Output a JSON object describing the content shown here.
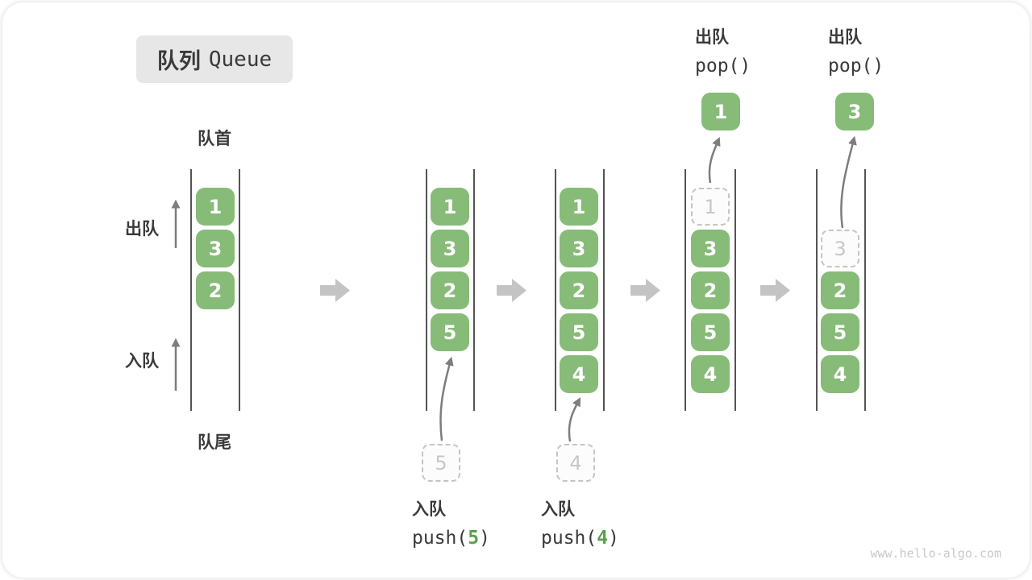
{
  "title": {
    "zh": "队列",
    "en": "Queue"
  },
  "labels": {
    "front": "队首",
    "rear": "队尾",
    "dequeue": "出队",
    "enqueue": "入队"
  },
  "ops": {
    "push5": {
      "label": "入队",
      "code_pre": "push(",
      "arg": "5",
      "code_post": ")"
    },
    "push4": {
      "label": "入队",
      "code_pre": "push(",
      "arg": "4",
      "code_post": ")"
    },
    "pop1": {
      "label": "出队",
      "code": "pop()"
    },
    "pop2": {
      "label": "出队",
      "code": "pop()"
    }
  },
  "queues": {
    "q1": {
      "cells": [
        "1",
        "3",
        "2"
      ]
    },
    "q2": {
      "cells": [
        "1",
        "3",
        "2",
        "5"
      ],
      "incoming": "5"
    },
    "q3": {
      "cells": [
        "1",
        "3",
        "2",
        "5",
        "4"
      ],
      "incoming": "4"
    },
    "q4": {
      "ghost": "1",
      "cells": [
        "3",
        "2",
        "5",
        "4"
      ],
      "popped": "1"
    },
    "q5": {
      "ghost": "3",
      "cells": [
        "2",
        "5",
        "4"
      ],
      "popped": "3"
    }
  },
  "watermark": "www.hello-algo.com",
  "colors": {
    "cell_green": "#87BB78",
    "code_arg_green": "#5B9E4D",
    "ghost_gray": "#C5C5C5",
    "step_arrow_gray": "#C4C4C4",
    "thin_arrow_gray": "#7D7D7D",
    "text_dark": "#3A3A3A",
    "badge_bg": "#E7E7E7"
  }
}
